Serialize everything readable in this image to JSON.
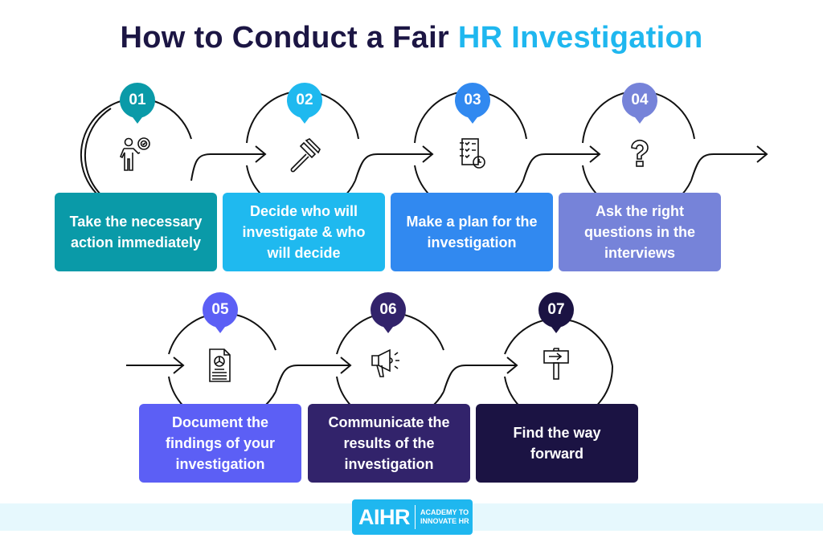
{
  "title": {
    "main": "How to Conduct a Fair ",
    "accent": "HR Investigation"
  },
  "colors": {
    "title": "#1c1644",
    "accent": "#1fb7ef",
    "band": "#e6f8fd"
  },
  "steps": [
    {
      "number": "01",
      "label": "Take the necessary action immediately",
      "icon": "person-gear-icon",
      "color": "#0a9aa8"
    },
    {
      "number": "02",
      "label": "Decide who will investigate & who will decide",
      "icon": "gavel-icon",
      "color": "#1fb9ef"
    },
    {
      "number": "03",
      "label": "Make a plan for the investigation",
      "icon": "checklist-clock-icon",
      "color": "#3189f0"
    },
    {
      "number": "04",
      "label": "Ask the right questions in the interviews",
      "icon": "question-mark-icon",
      "color": "#7683d9"
    },
    {
      "number": "05",
      "label": "Document the findings of your investigation",
      "icon": "report-document-icon",
      "color": "#5c5ff5"
    },
    {
      "number": "06",
      "label": "Communicate the results of the investigation",
      "icon": "megaphone-icon",
      "color": "#32236b"
    },
    {
      "number": "07",
      "label": "Find the way forward",
      "icon": "signpost-icon",
      "color": "#1b1343"
    }
  ],
  "footer": {
    "logo_mark": "AIHR",
    "logo_tag_line1": "ACADEMY TO",
    "logo_tag_line2": "INNOVATE HR"
  }
}
